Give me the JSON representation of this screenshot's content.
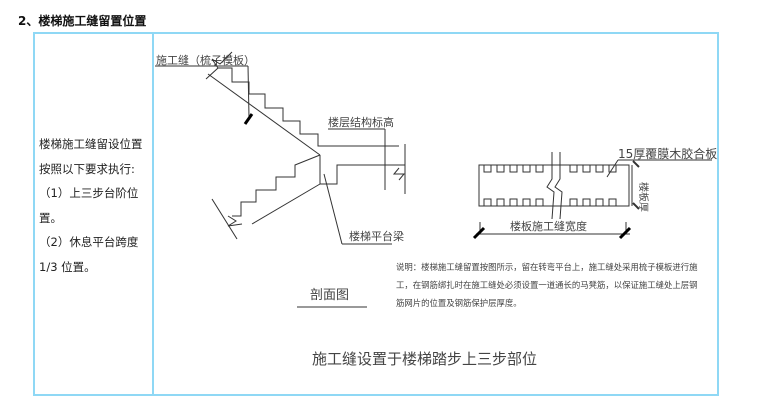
{
  "heading": "2、楼梯施工缝留置位置",
  "left_text": [
    "楼梯施工缝留设位置",
    "按照以下要求执行:",
    "（1）上三步台阶位",
    "置。",
    "（2）休息平台跨度",
    "1/3 位置。"
  ],
  "drawing": {
    "label_joint": "施工缝（梳子模板）",
    "label_floor_elev": "楼层结构标高",
    "label_beam": "楼梯平台梁",
    "label_section": "剖面图",
    "label_plywood": "15厚覆膜木胶合板",
    "label_slab_thk": "楼板厚",
    "label_joint_width": "楼板施工缝宽度",
    "note": [
      "说明：楼梯施工缝留置按图所示，留在转弯平台上，施工缝处采用梳子模板进行施",
      "工，在钢筋绑扎时在施工缝处必须设置一道通长的马凳筋，以保证施工缝处上层钢",
      "筋网片的位置及钢筋保护层厚度。"
    ],
    "caption": "施工缝设置于楼梯踏步上三步部位"
  }
}
